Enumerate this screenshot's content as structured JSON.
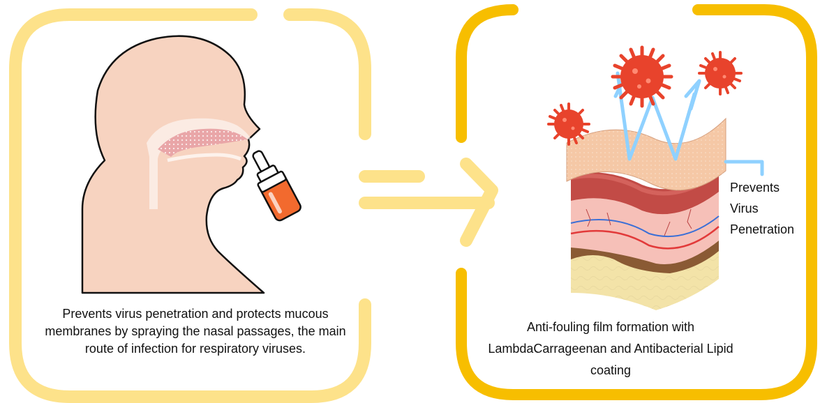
{
  "colors": {
    "left_frame": "#fde28a",
    "right_frame": "#f7be00",
    "connector_arrow": "#fde28a",
    "virus": "#e8432c",
    "blue_arrow": "#8fd1ff",
    "skin": "#f7d3c0",
    "spray_bottle": "#f26a2e"
  },
  "icons": [
    "human-head-profile-icon",
    "nasal-spray-icon",
    "virus-icon",
    "skin-layers-icon",
    "arrow-right-icon"
  ],
  "left_panel": {
    "caption": "Prevents virus penetration and protects mucous membranes by spraying the nasal passages, the main route of infection for respiratory viruses."
  },
  "right_panel": {
    "caption": "Anti-fouling film formation with LambdaCarrageenan and Antibacterial Lipid coating",
    "label_lines": [
      "Prevents",
      "Virus",
      "Penetration"
    ]
  }
}
